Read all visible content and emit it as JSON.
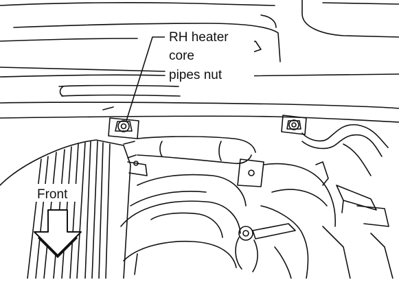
{
  "figure": {
    "callouts": {
      "heater_pipes": [
        "RH heater",
        "core",
        "pipes nut"
      ],
      "direction": "Front"
    },
    "colors": {
      "ink": "#111111",
      "paper": "#ffffff"
    }
  }
}
